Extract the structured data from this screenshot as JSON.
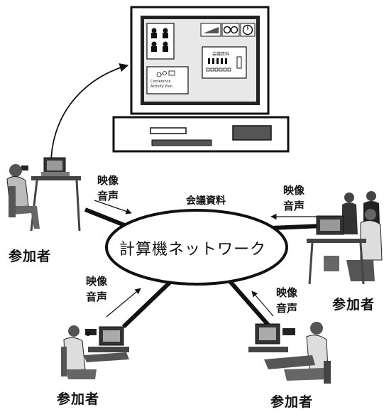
{
  "network": {
    "label": "計算機ネットワーク"
  },
  "conference": {
    "materials_label": "会議資料"
  },
  "flows": {
    "top_left": {
      "video": "映像",
      "audio": "音声"
    },
    "top_right": {
      "video": "映像",
      "audio": "音声"
    },
    "bottom_left": {
      "video": "映像",
      "audio": "音声"
    },
    "bottom_right": {
      "video": "映像",
      "audio": "音声"
    }
  },
  "participants": {
    "top_left": "参加者",
    "right": "参加者",
    "bottom_left": "参加者",
    "bottom_right": "参加者"
  },
  "screen": {
    "window_title": "会議資料",
    "whiteboard_text": "Conference Activity Plan"
  }
}
